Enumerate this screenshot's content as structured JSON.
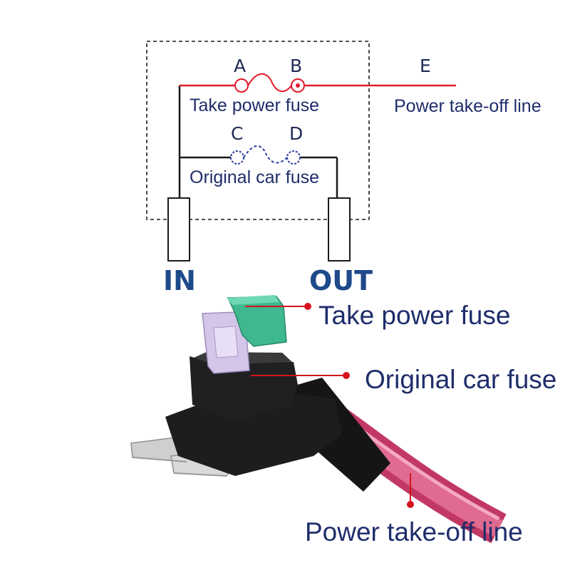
{
  "colors": {
    "wire_black": "#1a1a1a",
    "wire_red": "#e01b2a",
    "fuse_blue": "#2f3f9f",
    "label_navy": "#1f2d6b",
    "io_blue": "#1e4a8a",
    "pointer_red": "#d6121f",
    "cable_pink": "#d24675",
    "housing_black": "#1b1b1b",
    "fuse_green": "#3fb78f",
    "fuse_lilac": "#cdbfe3",
    "blade_silver": "#d3d3d3"
  },
  "schematic": {
    "terminal_a": "A",
    "terminal_b": "B",
    "terminal_c": "C",
    "terminal_d": "D",
    "terminal_e": "E",
    "take_power_fuse": "Take power fuse",
    "original_car_fuse": "Original car fuse",
    "power_takeoff_line": "Power take-off line",
    "in_label": "IN",
    "out_label": "OUT"
  },
  "photo_callouts": {
    "take_power_fuse": "Take power fuse",
    "original_car_fuse": "Original car fuse",
    "power_takeoff_line": "Power take-off line"
  }
}
